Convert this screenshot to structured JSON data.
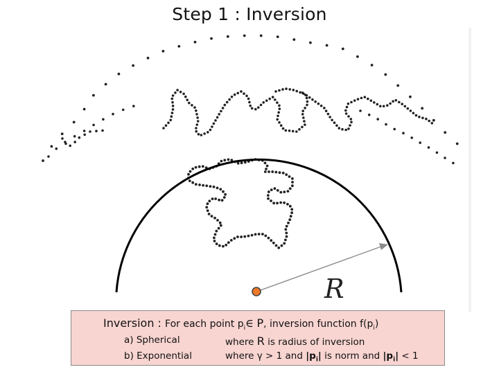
{
  "slide": {
    "title": "Step 1 : Inversion"
  },
  "figure": {
    "radius_label": "R"
  },
  "formula": {
    "lead": "Inversion : ",
    "for_each": "For each point p",
    "sub_i": "i",
    "elem_symbol": "∈",
    "set_P": "P",
    "after_P": ", inversion function f(p",
    "close_paren": ")",
    "rows": [
      {
        "label": "a) Spherical",
        "desc_before_R": "where",
        "desc_R": "R",
        "desc_after_R": " is radius of inversion"
      },
      {
        "label": "b) Exponential",
        "desc_part1": "where γ > 1 and ",
        "norm_open": "|p",
        "norm_close": "|",
        "desc_part2": " is norm and ",
        "desc_part3": " < 1"
      }
    ]
  }
}
